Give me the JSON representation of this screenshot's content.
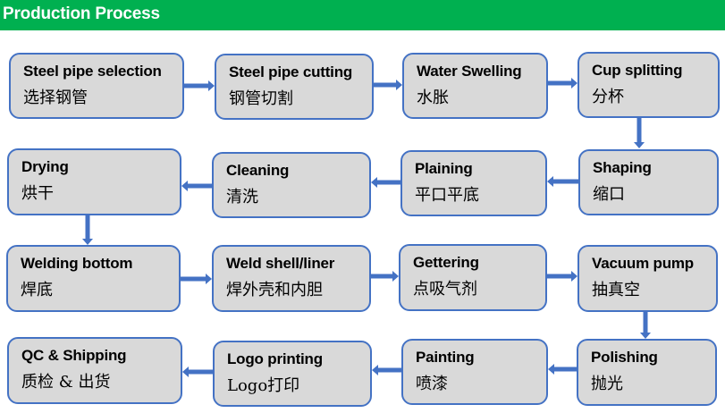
{
  "header": {
    "title": "Production Process"
  },
  "colors": {
    "header_bg": "#00b050",
    "box_fill": "#d9d9d9",
    "box_border": "#4472c4",
    "arrow": "#4472c4"
  },
  "steps": [
    {
      "en": "Steel pipe selection",
      "zh": "选择钢管"
    },
    {
      "en": "Steel pipe cutting",
      "zh": "钢管切割"
    },
    {
      "en": "Water Swelling",
      "zh": "水胀"
    },
    {
      "en": "Cup splitting",
      "zh": "分杯"
    },
    {
      "en": "Shaping",
      "zh": "缩口"
    },
    {
      "en": "Plaining",
      "zh": "平口平底"
    },
    {
      "en": "Cleaning",
      "zh": "清洗"
    },
    {
      "en": "Drying",
      "zh": "烘干"
    },
    {
      "en": "Welding bottom",
      "zh": "焊底"
    },
    {
      "en": "Weld shell/liner",
      "zh": "焊外壳和内胆"
    },
    {
      "en": "Gettering",
      "zh": "点吸气剂"
    },
    {
      "en": "Vacuum pump",
      "zh": "抽真空"
    },
    {
      "en": "Polishing",
      "zh": "抛光"
    },
    {
      "en": "Painting",
      "zh": "喷漆"
    },
    {
      "en": "Logo printing",
      "zh": "Logo打印"
    },
    {
      "en": "QC & Shipping",
      "zh": "质检 & 出货"
    }
  ],
  "flow": [
    {
      "from": 0,
      "to": 1,
      "direction": "right"
    },
    {
      "from": 1,
      "to": 2,
      "direction": "right"
    },
    {
      "from": 2,
      "to": 3,
      "direction": "right"
    },
    {
      "from": 3,
      "to": 4,
      "direction": "down"
    },
    {
      "from": 4,
      "to": 5,
      "direction": "left"
    },
    {
      "from": 5,
      "to": 6,
      "direction": "left"
    },
    {
      "from": 6,
      "to": 7,
      "direction": "left"
    },
    {
      "from": 7,
      "to": 8,
      "direction": "down"
    },
    {
      "from": 8,
      "to": 9,
      "direction": "right"
    },
    {
      "from": 9,
      "to": 10,
      "direction": "right"
    },
    {
      "from": 10,
      "to": 11,
      "direction": "right"
    },
    {
      "from": 11,
      "to": 12,
      "direction": "down"
    },
    {
      "from": 12,
      "to": 13,
      "direction": "left"
    },
    {
      "from": 13,
      "to": 14,
      "direction": "left"
    },
    {
      "from": 14,
      "to": 15,
      "direction": "left"
    }
  ]
}
